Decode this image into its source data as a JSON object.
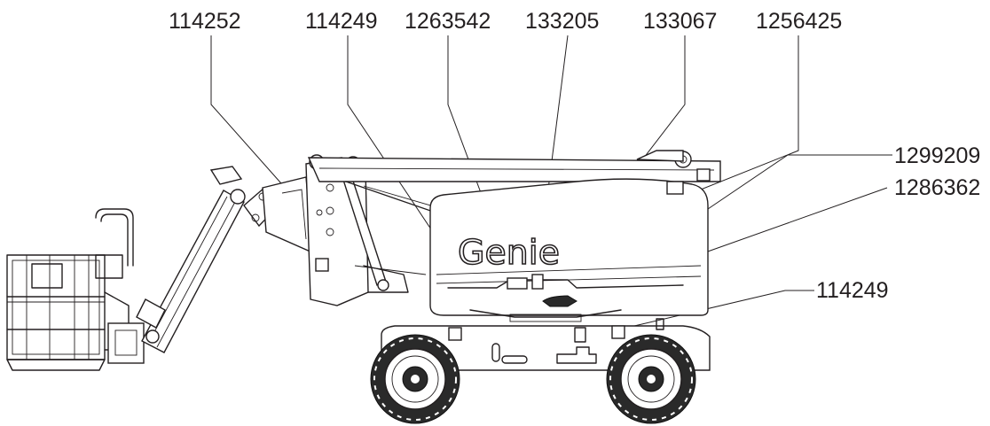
{
  "diagram": {
    "brand_logo": "Genie",
    "part_labels": [
      {
        "id": "114252",
        "text": "114252"
      },
      {
        "id": "114249-top",
        "text": "114249"
      },
      {
        "id": "1263542",
        "text": "1263542"
      },
      {
        "id": "133205",
        "text": "133205"
      },
      {
        "id": "133067",
        "text": "133067"
      },
      {
        "id": "1256425",
        "text": "1256425"
      },
      {
        "id": "1299209",
        "text": "1299209"
      },
      {
        "id": "1286362",
        "text": "1286362"
      },
      {
        "id": "114249-right",
        "text": "114249"
      }
    ]
  }
}
